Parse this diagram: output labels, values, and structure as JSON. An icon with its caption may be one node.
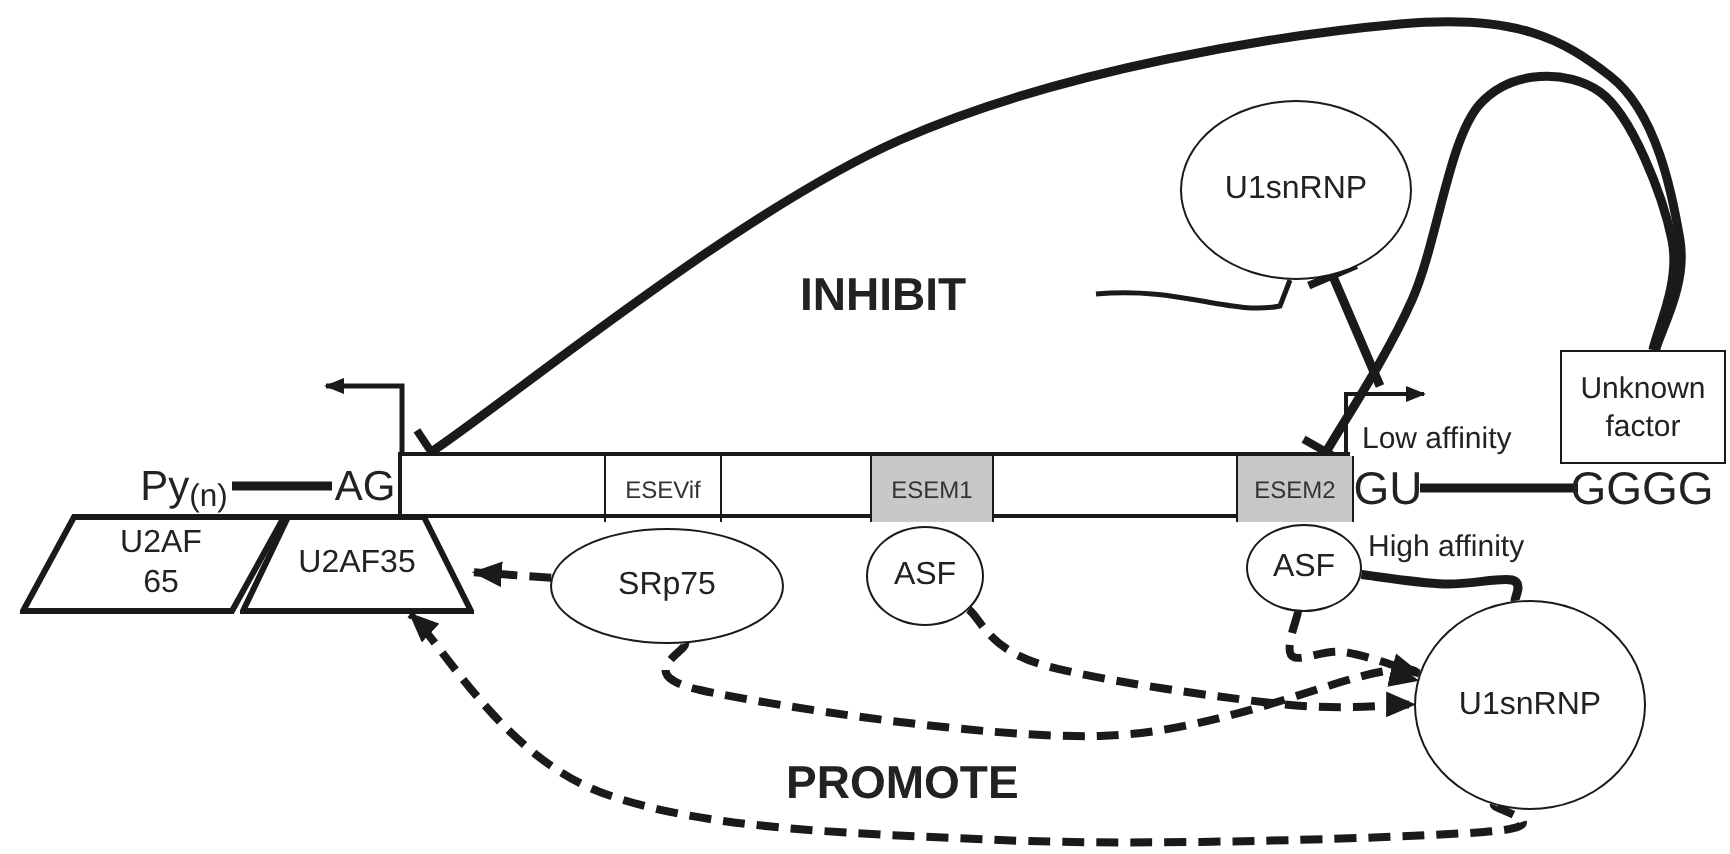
{
  "diagram": {
    "nodes": [
      {
        "text": [
          "Py$_{(n)}$"
        ]
      },
      {
        "text": [
          "AG"
        ]
      },
      {
        "text": [],
        "shape": "bar"
      },
      {
        "text": [
          "ESEVif"
        ],
        "in": 2
      },
      {
        "text": [
          "ESEM1"
        ],
        "in": 2
      },
      {
        "text": [
          "ESEM2"
        ],
        "in": 2
      },
      {
        "text": [
          "GU"
        ]
      },
      {
        "text": [
          "GGGG"
        ]
      },
      {
        "text": [
          "U2AF 65"
        ]
      },
      {
        "text": [
          "U2AF35"
        ]
      },
      {
        "text": [
          "SRp75"
        ]
      },
      {
        "text": [
          "ASF"
        ]
      },
      {
        "text": [
          "ASF"
        ]
      },
      {
        "text": [
          "U1snRNP"
        ]
      },
      {
        "text": [
          "U1snRNP"
        ]
      },
      {
        "text": [
          "Unknown factor"
        ]
      }
    ],
    "edges": [
      {
        "from": 0,
        "to": 1,
        "arrow": "none"
      },
      {
        "from": 6,
        "to": 7,
        "arrow": "none"
      },
      {
        "from": 15,
        "to": 2,
        "arrow": "other"
      },
      {
        "from": 15,
        "to": 2,
        "arrow": "other"
      },
      {
        "from": null,
        "to": 13,
        "arrow": "other"
      },
      {
        "from": 12,
        "to": 14,
        "arrow": "none"
      },
      {
        "from": 10,
        "to": 9,
        "arrow": "to",
        "style": "dashed"
      },
      {
        "from": 10,
        "to": 14,
        "arrow": "to",
        "style": "dashed"
      },
      {
        "from": 11,
        "to": 14,
        "arrow": "to",
        "style": "dashed"
      },
      {
        "from": 12,
        "to": 14,
        "arrow": "to",
        "style": "dashed"
      },
      {
        "from": 14,
        "to": 9,
        "arrow": "to",
        "style": "dashed"
      }
    ],
    "labels": [
      "INHIBIT",
      "Low affinity",
      "High affinity",
      "PROMOTE"
    ]
  }
}
